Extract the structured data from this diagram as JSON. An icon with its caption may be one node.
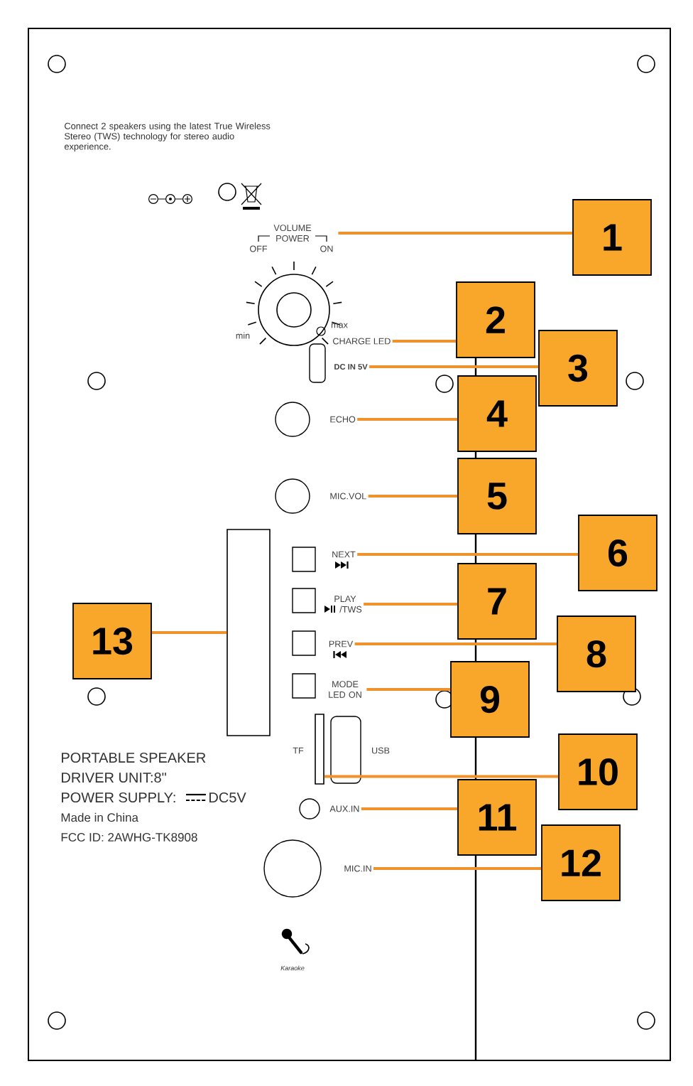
{
  "diagram": {
    "nodes": [
      {
        "text": [
          "VOLUME POWER"
        ]
      },
      {
        "text": [
          "CHARGE LED"
        ]
      },
      {
        "text": [
          "DC IN 5V"
        ]
      },
      {
        "text": [
          "ECHO"
        ]
      },
      {
        "text": [
          "MIC.VOL"
        ]
      },
      {
        "text": [
          "NEXT"
        ]
      },
      {
        "text": [
          "PLAY",
          "/TWS"
        ]
      },
      {
        "text": [
          "PREV"
        ]
      },
      {
        "text": [
          "MODE LED ON"
        ]
      },
      {
        "text": [],
        "shape": "box"
      },
      {
        "text": [
          "AUX.IN"
        ]
      },
      {
        "text": [
          "MIC.IN"
        ]
      },
      {
        "text": [],
        "shape": "box"
      },
      {
        "text": [
          "1"
        ]
      },
      {
        "text": [
          "2"
        ]
      },
      {
        "text": [
          "3"
        ]
      },
      {
        "text": [
          "4"
        ]
      },
      {
        "text": [
          "5"
        ]
      },
      {
        "text": [
          "6"
        ]
      },
      {
        "text": [
          "7"
        ]
      },
      {
        "text": [
          "8"
        ]
      },
      {
        "text": [
          "9"
        ]
      },
      {
        "text": [
          "10"
        ]
      },
      {
        "text": [
          "11"
        ]
      },
      {
        "text": [
          "12"
        ]
      },
      {
        "text": [
          "13"
        ]
      }
    ],
    "edges": [
      {
        "from": 13,
        "to": 0,
        "arrow": "none"
      },
      {
        "from": 14,
        "to": 1,
        "arrow": "none"
      },
      {
        "from": 15,
        "to": 2,
        "arrow": "none"
      },
      {
        "from": 16,
        "to": 3,
        "arrow": "none"
      },
      {
        "from": 17,
        "to": 4,
        "arrow": "none"
      },
      {
        "from": 18,
        "to": 5,
        "arrow": "none"
      },
      {
        "from": 19,
        "to": 6,
        "arrow": "none"
      },
      {
        "from": 20,
        "to": 7,
        "arrow": "none"
      },
      {
        "from": 21,
        "to": 8,
        "arrow": "none"
      },
      {
        "from": 22,
        "to": 9,
        "arrow": "none"
      },
      {
        "from": 23,
        "to": 10,
        "arrow": "none"
      },
      {
        "from": 24,
        "to": 11,
        "arrow": "none"
      },
      {
        "from": 25,
        "to": 12,
        "arrow": "none"
      }
    ],
    "labels": [
      "Connect 2 speakers using the latest True Wireless Stereo (TWS) technology for stereo audio experience.",
      "OFF",
      "ON",
      "min",
      "max",
      "TF",
      "USB",
      "PORTABLE SPEAKER",
      "DRIVER UNIT:8\"",
      "POWER SUPPLY:",
      "DC5V",
      "Made in China",
      "FCC ID: 2AWHG-TK8908",
      "Karaoke"
    ]
  }
}
